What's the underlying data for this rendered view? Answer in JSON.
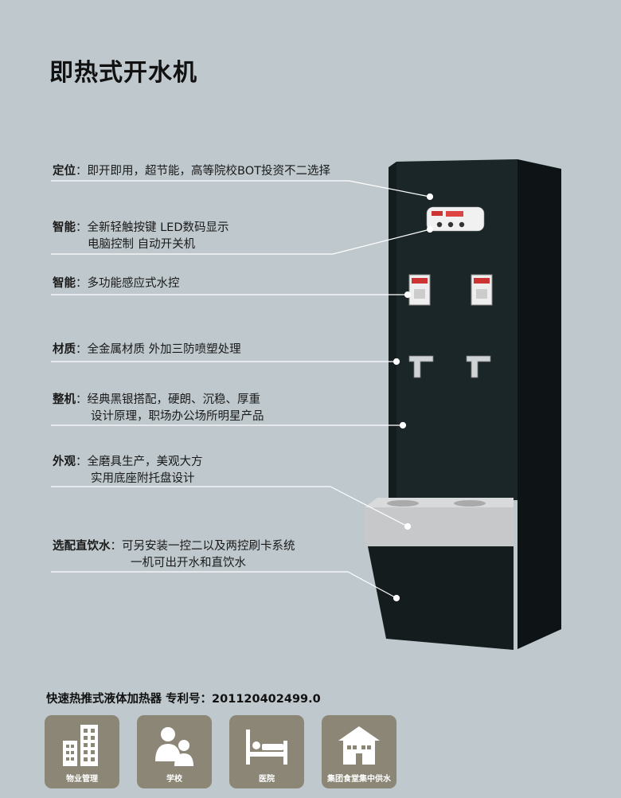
{
  "title": "即热式开水机",
  "features": [
    {
      "key": "定位",
      "line1": "：即开即用，超节能，高等院校BOT投资不二选择",
      "line2": ""
    },
    {
      "key": "智能",
      "line1": "：全新轻触按键 LED数码显示",
      "line2": "电脑控制 自动开关机"
    },
    {
      "key": "智能",
      "line1": "：多功能感应式水控",
      "line2": ""
    },
    {
      "key": "材质",
      "line1": "：全金属材质 外加三防喷塑处理",
      "line2": ""
    },
    {
      "key": "整机",
      "line1": "：经典黑银搭配，硬朗、沉稳、厚重",
      "line2": "设计原理，职场办公场所明星产品"
    },
    {
      "key": "外观",
      "line1": "：全磨具生产，美观大方",
      "line2": "实用底座附托盘设计"
    },
    {
      "key": "选配直饮水",
      "line1": "：可另安装一控二以及两控刷卡系统",
      "line2": "一机可出开水和直饮水"
    }
  ],
  "patent": "快速热推式液体加热器   专利号：201120402499.0",
  "icons": [
    {
      "icon": "building-icon",
      "label": "物业管理"
    },
    {
      "icon": "people-icon",
      "label": "学校"
    },
    {
      "icon": "hospital-bed-icon",
      "label": "医院"
    },
    {
      "icon": "house-icon",
      "label": "集团食堂集中供水"
    }
  ],
  "colors": {
    "background": "#bfc9cd",
    "machine": "#1b2629",
    "icon_bg": "#8b8675"
  }
}
